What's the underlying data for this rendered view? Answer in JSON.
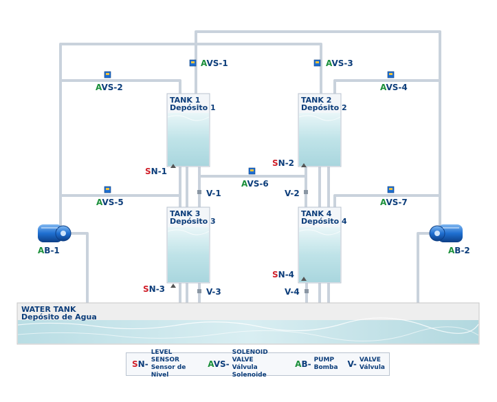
{
  "tanks": [
    {
      "name": "TANK 1",
      "sub": "Depósito 1"
    },
    {
      "name": "TANK 2",
      "sub": "Depósito 2"
    },
    {
      "name": "TANK 3",
      "sub": "Depósito 3"
    },
    {
      "name": "TANK 4",
      "sub": "Depósito 4"
    }
  ],
  "water_tank": {
    "name": "WATER TANK",
    "sub": "Depósito de Agua"
  },
  "labels": {
    "avs1": {
      "pre": "A",
      "rest": "VS-1"
    },
    "avs2": {
      "pre": "A",
      "rest": "VS-2"
    },
    "avs3": {
      "pre": "A",
      "rest": "VS-3"
    },
    "avs4": {
      "pre": "A",
      "rest": "VS-4"
    },
    "avs5": {
      "pre": "A",
      "rest": "VS-5"
    },
    "avs6": {
      "pre": "A",
      "rest": "VS-6"
    },
    "avs7": {
      "pre": "A",
      "rest": "VS-7"
    },
    "sn1": {
      "pre": "S",
      "rest": "N-1"
    },
    "sn2": {
      "pre": "S",
      "rest": "N-2"
    },
    "sn3": {
      "pre": "S",
      "rest": "N-3"
    },
    "sn4": {
      "pre": "S",
      "rest": "N-4"
    },
    "v1": "V-1",
    "v2": "V-2",
    "v3": "V-3",
    "v4": "V-4",
    "ab1": {
      "pre": "A",
      "rest": "B-1"
    },
    "ab2": {
      "pre": "A",
      "rest": "B-2"
    }
  },
  "legend": [
    {
      "abbr_pre": "S",
      "abbr_rest": "N-",
      "line1": "LEVEL SENSOR",
      "line2": "Sensor de Nivel"
    },
    {
      "abbr_pre": "A",
      "abbr_rest": "VS-",
      "line1": "SOLENOID VALVE",
      "line2": "Válvula Solenoide"
    },
    {
      "abbr_pre": "A",
      "abbr_rest": "B-",
      "line1": "PUMP",
      "line2": "Bomba"
    },
    {
      "abbr_pre": "",
      "abbr_rest": "V-",
      "line1": "VALVE",
      "line2": "Válvula"
    }
  ],
  "colors": {
    "pipe": "#c9d2dc",
    "label_blue": "#0c3d7a",
    "prefix_green": "#1a8f3a",
    "prefix_red": "#d0202a",
    "water": "#bfe3e8",
    "pump": "#1f6fd1"
  }
}
